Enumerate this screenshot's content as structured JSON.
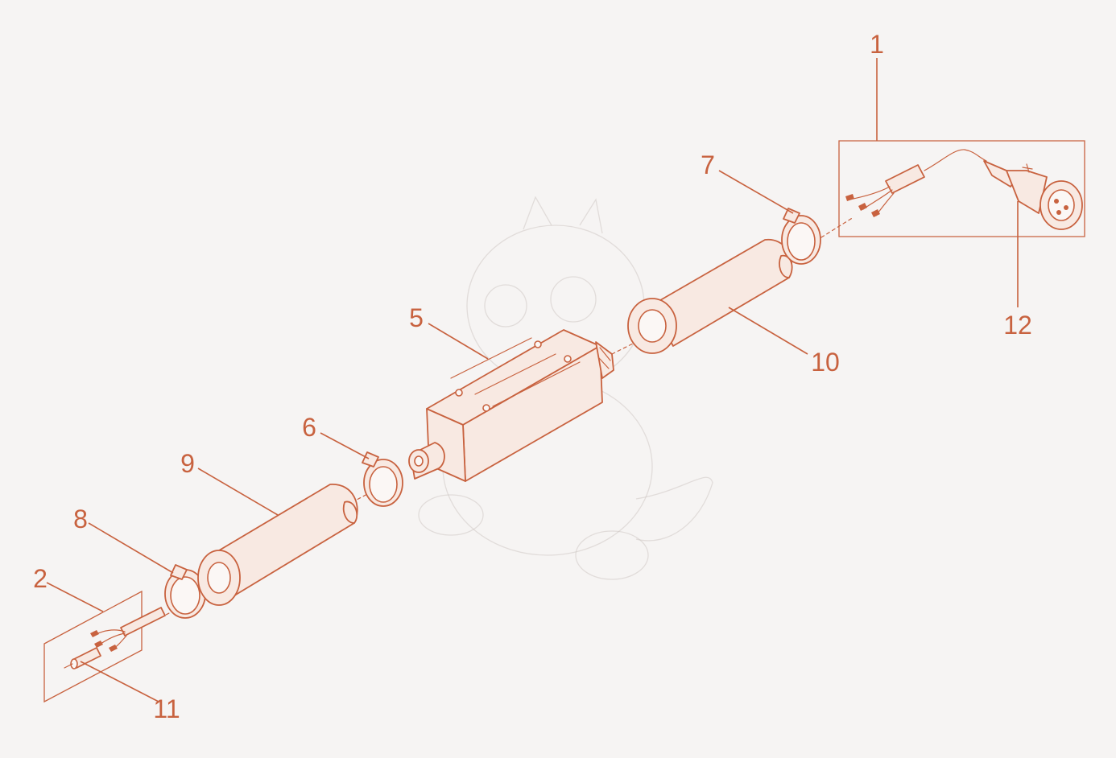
{
  "diagram": {
    "type": "exploded-assembly",
    "colors": {
      "line": "#c8623f",
      "fill": "#f8e9e2",
      "background": "#f6f4f3"
    },
    "callouts": [
      {
        "id": "c1",
        "label": "1"
      },
      {
        "id": "c2",
        "label": "2"
      },
      {
        "id": "c5",
        "label": "5"
      },
      {
        "id": "c6",
        "label": "6"
      },
      {
        "id": "c7",
        "label": "7"
      },
      {
        "id": "c8",
        "label": "8"
      },
      {
        "id": "c9",
        "label": "9"
      },
      {
        "id": "c10",
        "label": "10"
      },
      {
        "id": "c11",
        "label": "11"
      },
      {
        "id": "c12",
        "label": "12"
      }
    ]
  }
}
